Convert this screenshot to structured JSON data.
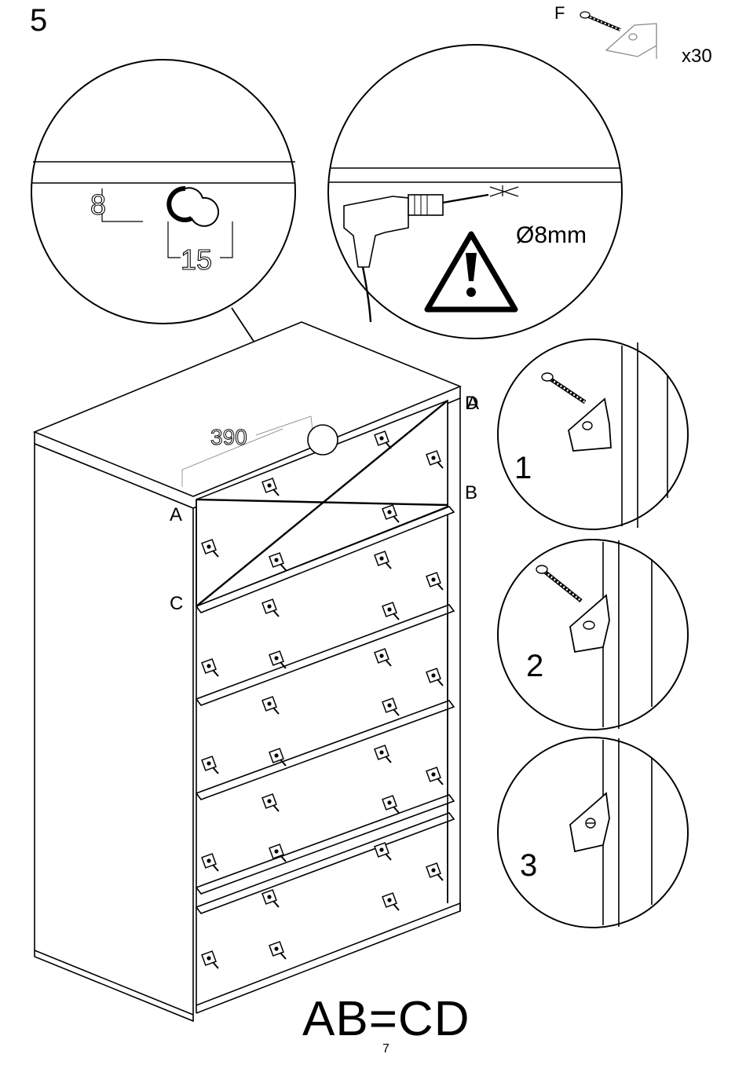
{
  "step_number": "5",
  "hardware": {
    "letter": "F",
    "quantity": "x30",
    "icon": "screw-and-bracket-icon"
  },
  "detail_keyhole": {
    "dim_a": "8",
    "dim_b": "15"
  },
  "detail_drill": {
    "diameter": "Ø8mm",
    "icon": "drill-icon",
    "warning_icon": "warning-triangle-icon"
  },
  "cabinet": {
    "width_dim": "390",
    "drawers": 5
  },
  "points": {
    "A_left": "A",
    "A_right": "A",
    "D": "D",
    "B": "B",
    "C": "C"
  },
  "substeps": [
    "1",
    "2",
    "3"
  ],
  "formula": "AB=CD",
  "page_number": "7"
}
